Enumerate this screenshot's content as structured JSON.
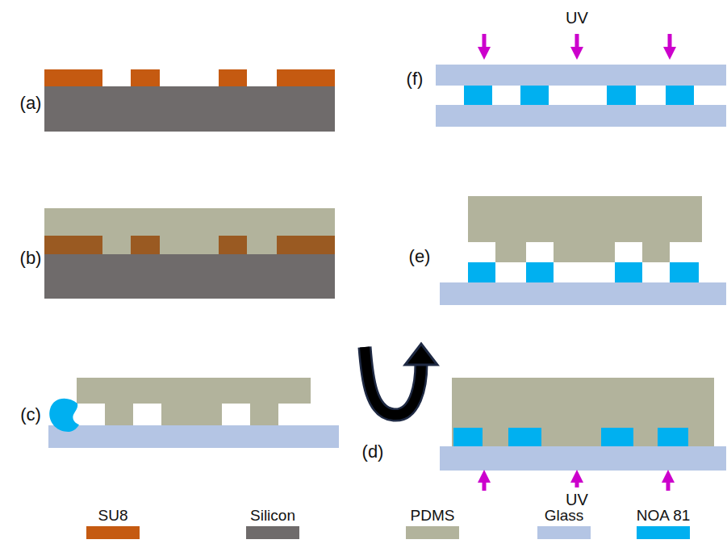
{
  "diagram": {
    "labels": [
      "(a)",
      "(b)",
      "(c)",
      "(d)",
      "(e)",
      "(f)",
      "UV",
      "UV"
    ],
    "legend": [
      {
        "text": "SU8",
        "color": "#c55a11"
      },
      {
        "text": "Silicon",
        "color": "#6f6b6b"
      },
      {
        "text": "PDMS",
        "color": "#b2b39c"
      },
      {
        "text": "Glass",
        "color": "#b4c5e4"
      },
      {
        "text": "NOA 81",
        "color": "#00b0f0"
      }
    ]
  }
}
